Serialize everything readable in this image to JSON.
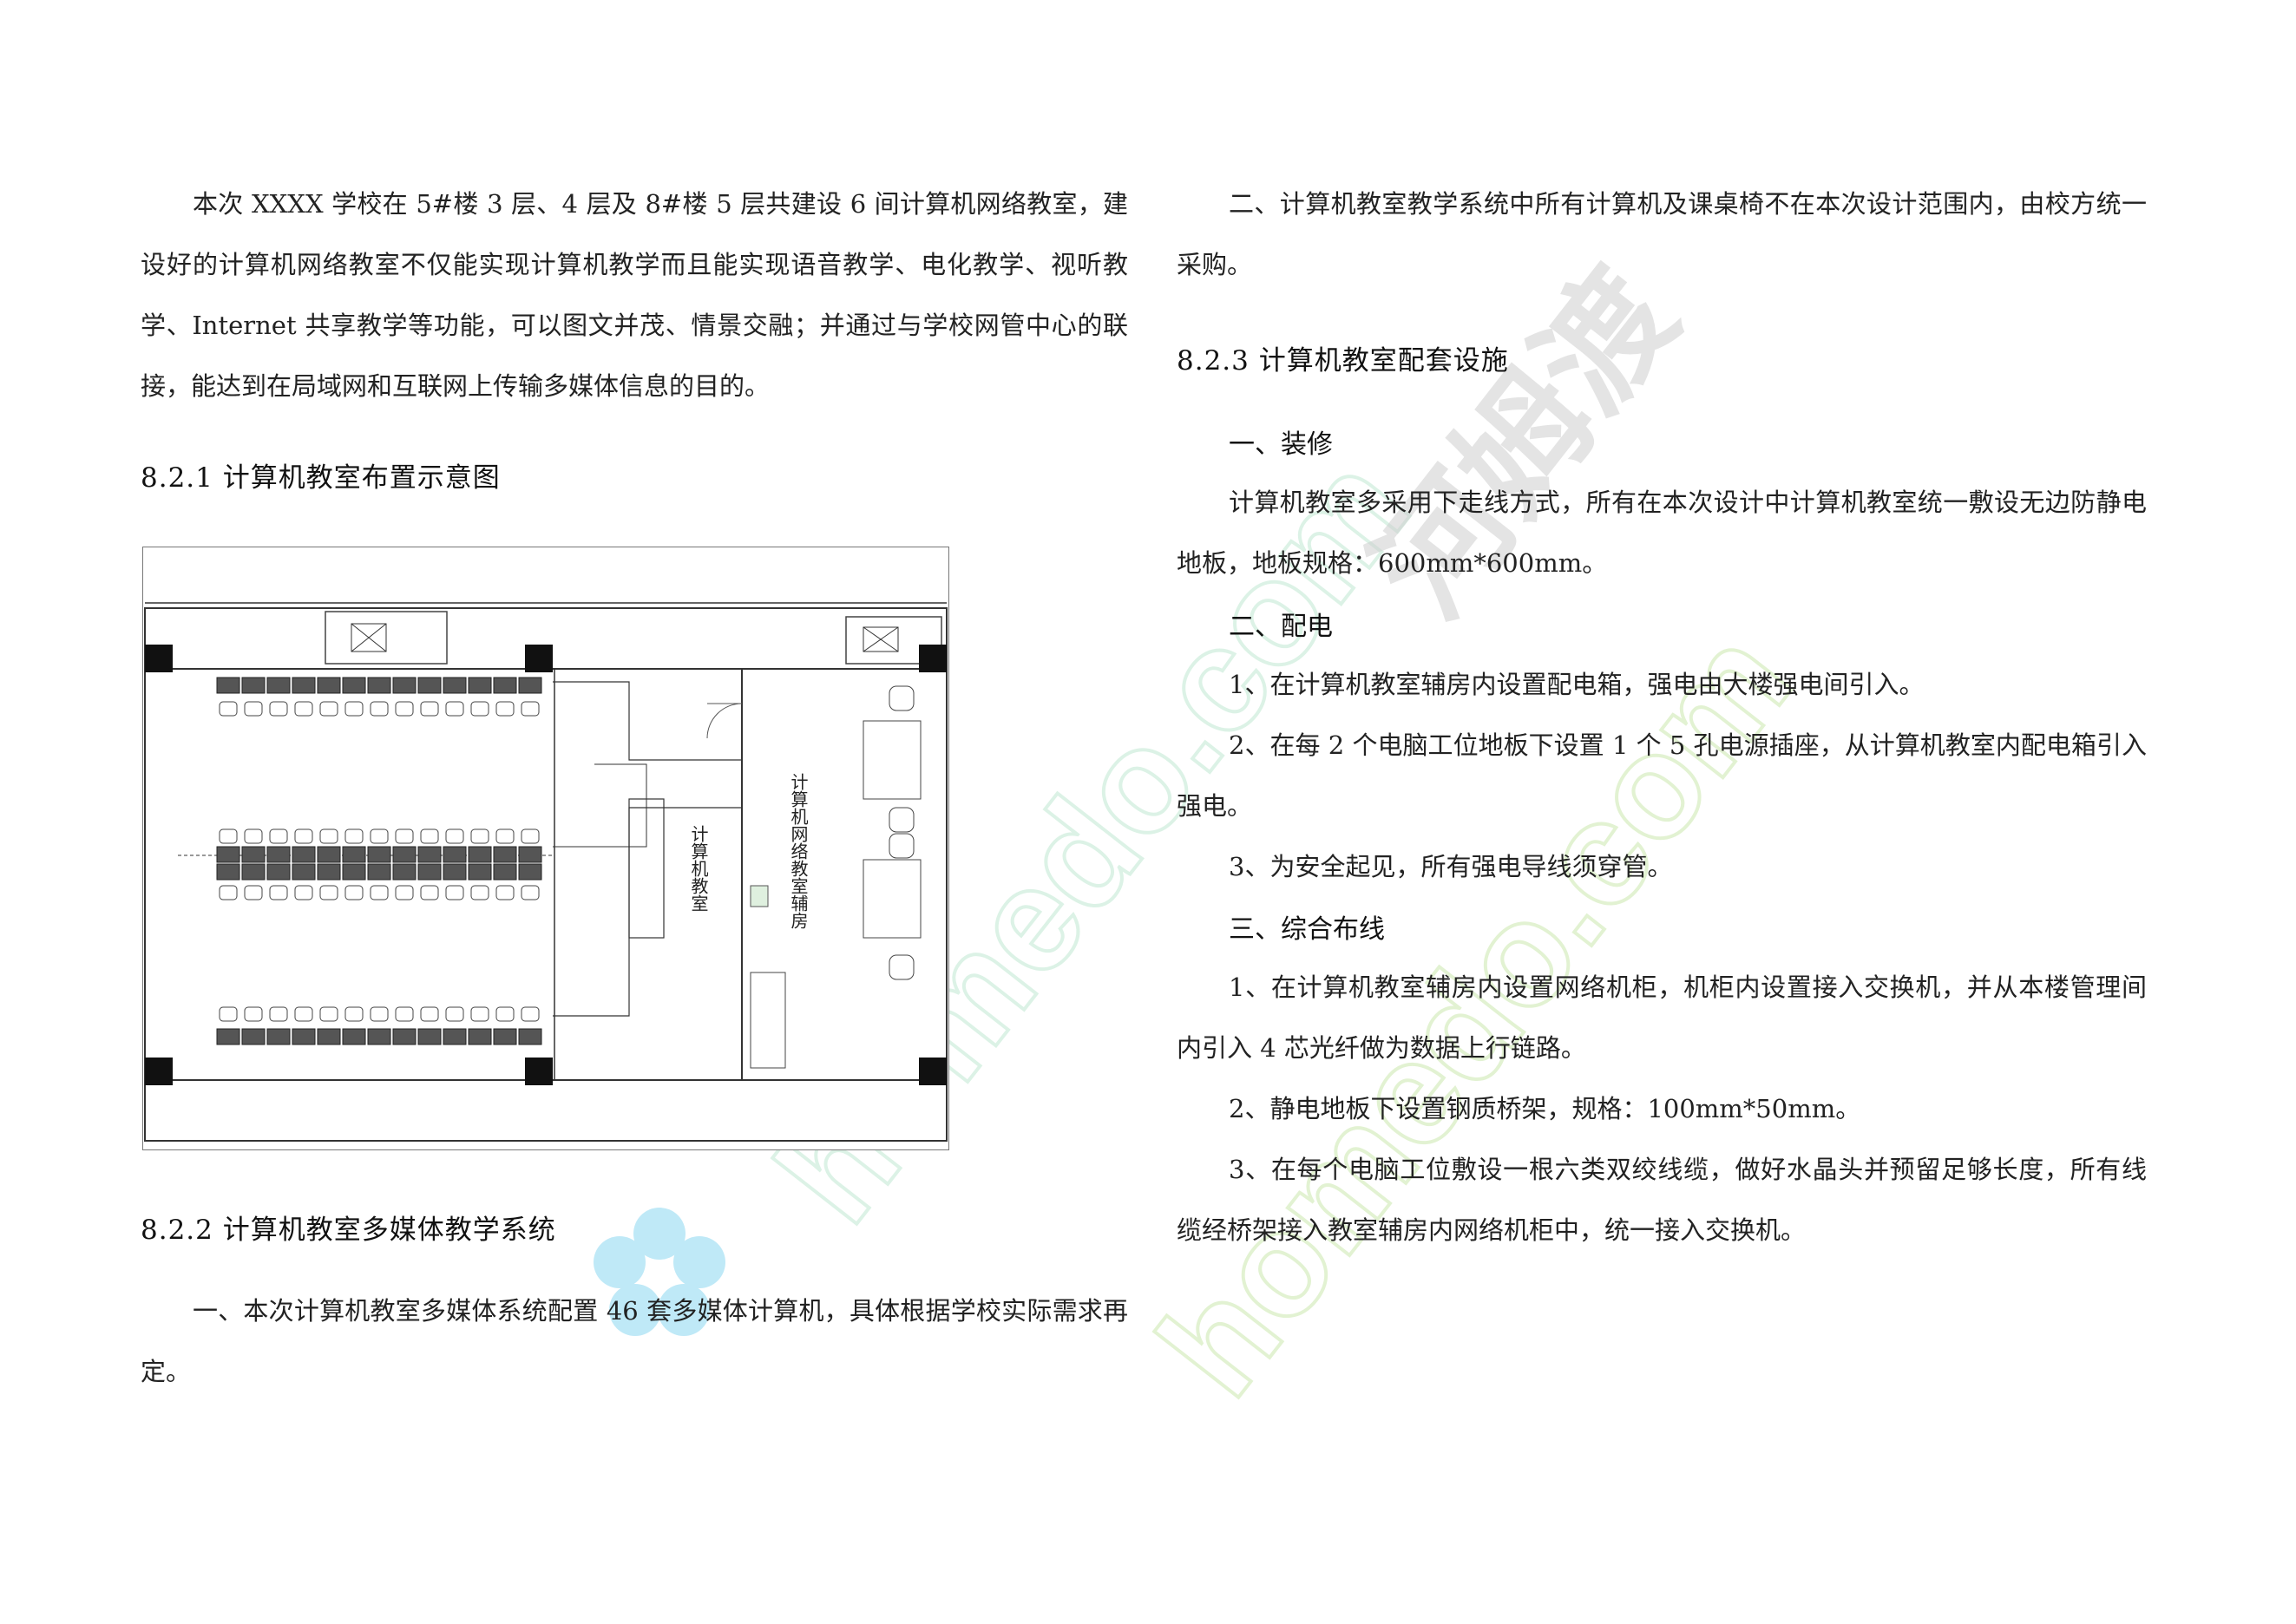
{
  "left": {
    "intro": "本次 XXXX 学校在 5#楼 3 层、4 层及 8#楼 5 层共建设 6 间计算机网络教室，建设好的计算机网络教室不仅能实现计算机教学而且能实现语音教学、电化教学、视听教学、Internet 共享教学等功能，可以图文并茂、情景交融；并通过与学校网管中心的联接，能达到在局域网和互联网上传输多媒体信息的目的。",
    "sec_821": "8.2.1 计算机教室布置示意图",
    "sec_822": "8.2.2 计算机教室多媒体教学系统",
    "p_822_1": "一、本次计算机教室多媒体系统配置 46 套多媒体计算机，具体根据学校实际需求再定。"
  },
  "figure": {
    "room_label": "计算机教室",
    "aux_room_label": "计算机网络教室辅房"
  },
  "right": {
    "p_822_2": "二、计算机教室教学系统中所有计算机及课桌椅不在本次设计范围内，由校方统一采购。",
    "sec_823": "8.2.3 计算机教室配套设施",
    "h_decor": "一、装修",
    "p_decor": "计算机教室多采用下走线方式，所有在本次设计中计算机教室统一敷设无边防静电地板，地板规格：600mm*600mm。",
    "h_power": "二、配电",
    "p_power_1": "1、在计算机教室辅房内设置配电箱，强电由大楼强电间引入。",
    "p_power_2": "2、在每 2 个电脑工位地板下设置 1 个 5 孔电源插座，从计算机教室内配电箱引入强电。",
    "p_power_3": "3、为安全起见，所有强电导线须穿管。",
    "h_wiring": "三、综合布线",
    "p_wiring_1": "1、在计算机教室辅房内设置网络机柜，机柜内设置接入交换机，并从本楼管理间内引入 4 芯光纤做为数据上行链路。",
    "p_wiring_2": "2、静电地板下设置钢质桥架，规格：100mm*50mm。",
    "p_wiring_3": "3、在每个电脑工位敷设一根六类双绞线缆，做好水晶头并预留足够长度，所有线缆经桥架接入教室辅房内网络机柜中，统一接入交换机。"
  },
  "watermark": {
    "text_1": "homedo.com",
    "text_2": "河姆渡",
    "text_3": "homedo.com",
    "color_blue": "#7fd3f0",
    "color_green": "#c9e6a8",
    "color_gray": "#9a9a9a"
  }
}
